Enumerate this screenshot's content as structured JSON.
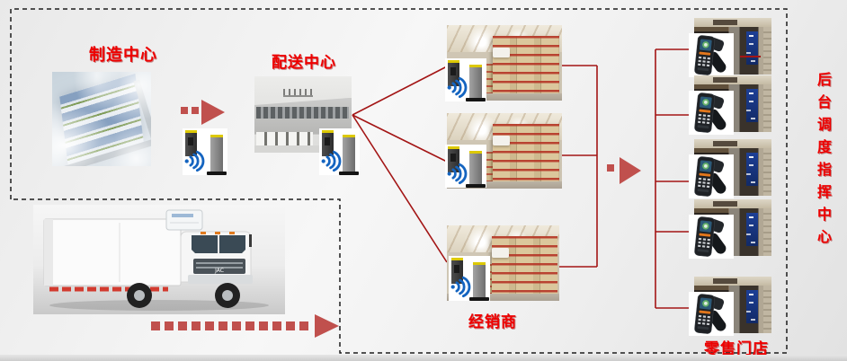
{
  "diagram": {
    "manufacturing_label": "制造中心",
    "distribution_label": "配送中心",
    "dealer_label": "经销商",
    "retail_label": "零售门店",
    "backstage_label": "后台调度指挥中心",
    "truck_brand": "JAC",
    "counts": {
      "dealer_warehouses": 3,
      "retail_stores": 5,
      "rfid_gate_readers": 5,
      "handheld_scanners": 5
    }
  },
  "colors": {
    "label_red": "#ee0000",
    "connector_red": "#a31515",
    "arrow_brick_red": "#c0504d",
    "dashed_border_black": "#1c1c1c",
    "wifi_signal_blue": "#1464c0",
    "reader_top_yellow": "#ddc903",
    "background_gray": "#efefef"
  },
  "icons": {
    "rfid_gate_reader": "rfid-gate-reader-icon",
    "wifi_signal": "wifi-signal-icon",
    "handheld_scanner": "handheld-scanner-icon",
    "dashed_flow_arrow": "dashed-arrow-icon"
  }
}
